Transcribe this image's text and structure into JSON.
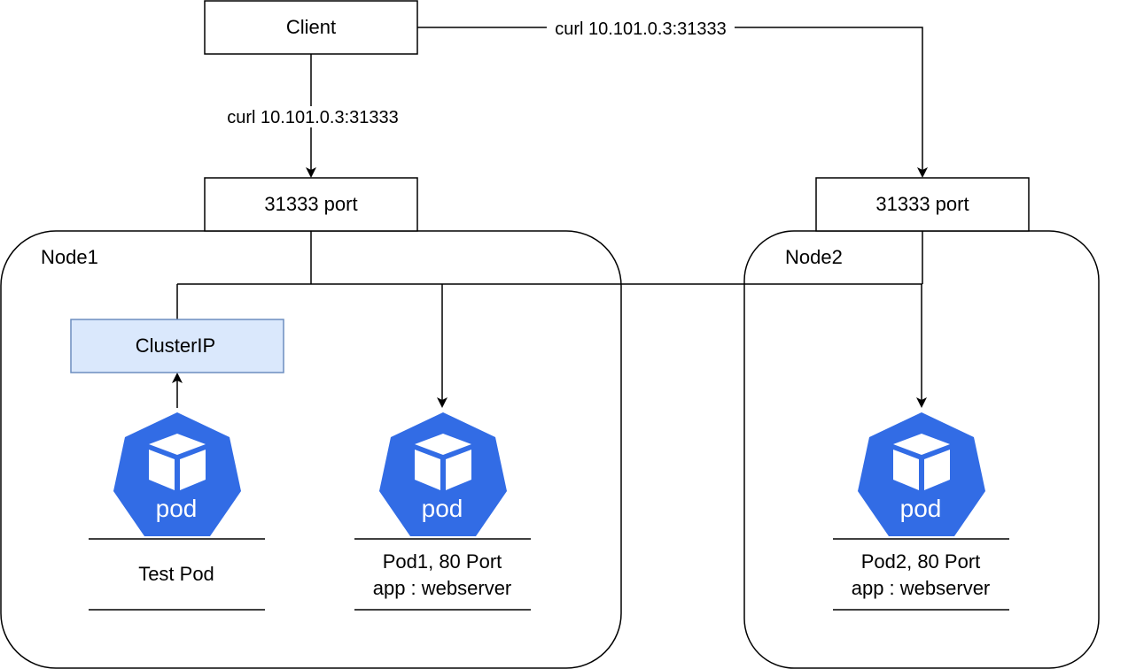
{
  "nodes": {
    "client": "Client",
    "port_node1": "31333 port",
    "port_node2": "31333 port",
    "node1": "Node1",
    "node2": "Node2",
    "clusterip": "ClusterIP"
  },
  "edges": {
    "client_to_node1": "curl 10.101.0.3:31333",
    "client_to_node2": "curl 10.101.0.3:31333"
  },
  "pods": [
    {
      "icon_label": "pod",
      "lines": [
        "Test Pod"
      ]
    },
    {
      "icon_label": "pod",
      "lines": [
        "Pod1, 80 Port",
        "app : webserver"
      ]
    },
    {
      "icon_label": "pod",
      "lines": [
        "Pod2, 80 Port",
        "app : webserver"
      ]
    }
  ],
  "colors": {
    "pod_icon": "#326ce5",
    "clusterip_fill": "#dae8fc",
    "clusterip_stroke": "#6c8ebf"
  }
}
